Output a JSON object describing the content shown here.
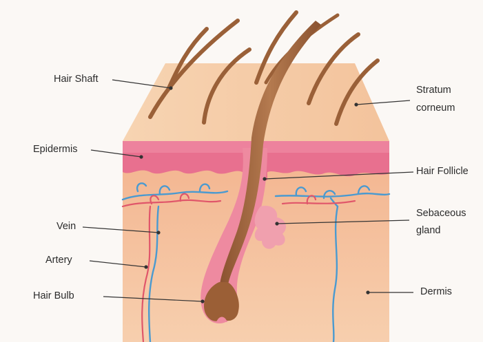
{
  "labels": {
    "hair_shaft": "Hair Shaft",
    "epidermis": "Epidermis",
    "vein": "Vein",
    "artery": "Artery",
    "hair_bulb": "Hair Bulb",
    "stratum_line1": "Stratum",
    "stratum_line2": "corneum",
    "hair_follicle": "Hair Follicle",
    "sebaceous_line1": "Sebaceous",
    "sebaceous_line2": "gland",
    "dermis": "Dermis"
  },
  "colors": {
    "skin_top": "#f5c9a2",
    "epidermis": "#e8708f",
    "dermis": "#f6c2a0",
    "hair": "#a86a43",
    "vein": "#4a9ad0",
    "artery": "#e0566a",
    "leader": "#333333"
  }
}
